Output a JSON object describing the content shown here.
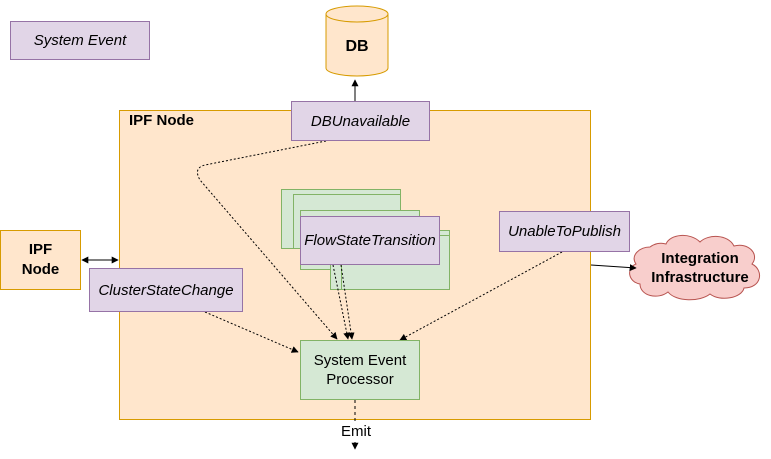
{
  "legend": {
    "label": "System Event"
  },
  "db": {
    "label": "DB"
  },
  "ipf_node_container": {
    "label": "IPF Node"
  },
  "ipf_node_external": {
    "label": "IPF\nNode"
  },
  "events": {
    "db_unavailable": "DBUnavailable",
    "flow_state_transition": "FlowStateTransition",
    "unable_to_publish": "UnableToPublish",
    "cluster_state_change": "ClusterStateChange"
  },
  "processor": {
    "label": "System Event\nProcessor"
  },
  "integration": {
    "label": "Integration\nInfrastructure"
  },
  "emit": {
    "label": "Emit"
  },
  "colors": {
    "event_fill": "#e1d5e7",
    "event_stroke": "#9673a6",
    "node_fill": "#ffe6cc",
    "node_stroke": "#d79b00",
    "processor_fill": "#d5e8d4",
    "processor_stroke": "#82b366",
    "cloud_fill": "#f8cecc",
    "cloud_stroke": "#b85450"
  }
}
